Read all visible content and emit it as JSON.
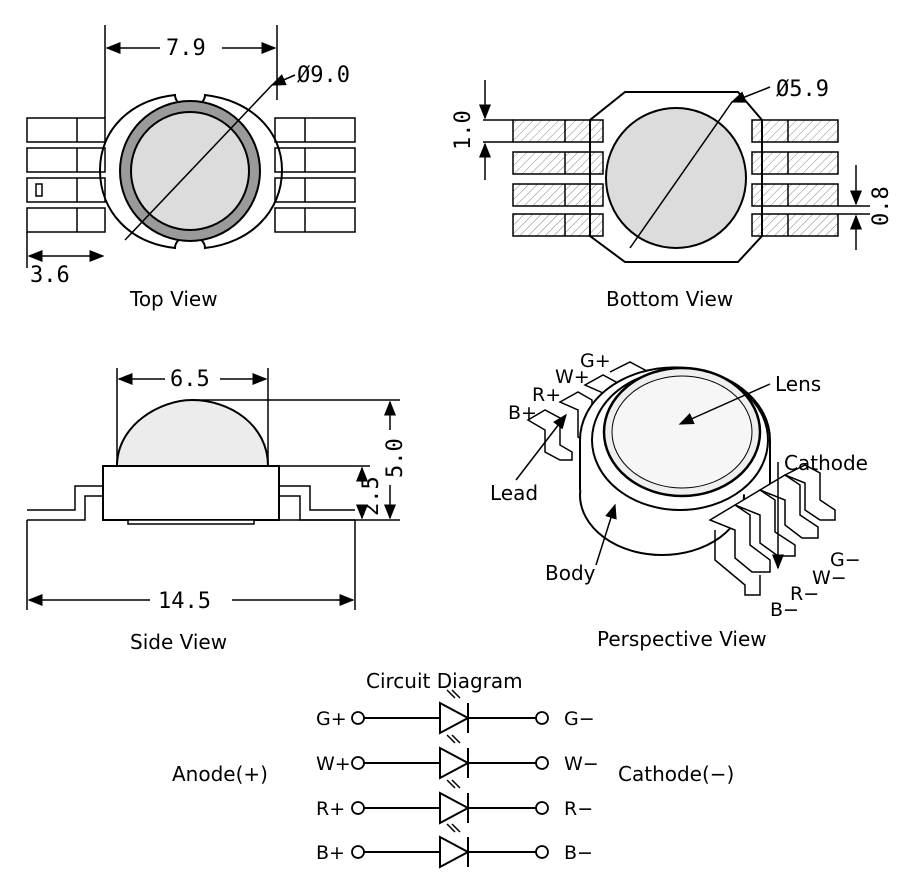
{
  "views": {
    "top": {
      "caption": "Top View",
      "width_dim": "7.9",
      "diameter_dim": "Ø9.0",
      "lead_dim": "3.6"
    },
    "bottom": {
      "caption": "Bottom View",
      "pitch_dim": "1.0",
      "diameter_dim": "Ø5.9",
      "lead_gap_dim": "0.8"
    },
    "side": {
      "caption": "Side View",
      "lens_dim": "6.5",
      "total_height_dim": "5.0",
      "body_height_dim": "2.5",
      "length_dim": "14.5"
    },
    "perspective": {
      "caption": "Perspective View",
      "labels": {
        "lens": "Lens",
        "cathode": "Cathode",
        "lead": "Lead",
        "body": "Body"
      },
      "anode_pins": [
        "G+",
        "W+",
        "R+",
        "B+"
      ],
      "cathode_pins": [
        "G−",
        "W−",
        "R−",
        "B−"
      ]
    }
  },
  "circuit": {
    "title": "Circuit Diagram",
    "anode_label": "Anode(+)",
    "cathode_label": "Cathode(−)",
    "rows": [
      {
        "anode": "G+",
        "cathode": "G−"
      },
      {
        "anode": "W+",
        "cathode": "W−"
      },
      {
        "anode": "R+",
        "cathode": "R−"
      },
      {
        "anode": "B+",
        "cathode": "B−"
      }
    ]
  },
  "colors": {
    "line": "#000000",
    "fill_light": "#dcdcdc",
    "ring": "#9a9a9a",
    "body": "#ffffff"
  }
}
